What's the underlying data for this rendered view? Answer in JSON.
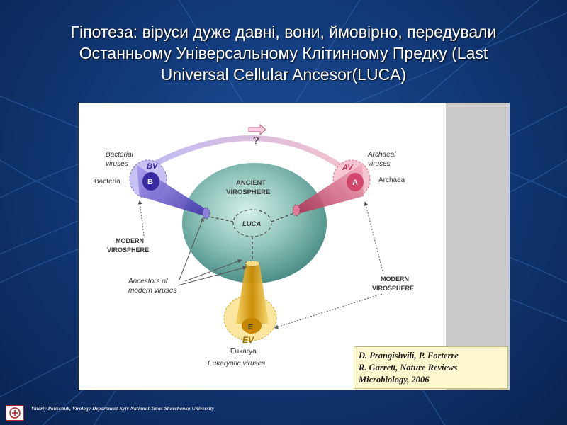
{
  "slide": {
    "title_lines": [
      "Гіпотеза: віруси дуже давні, вони, ймовірно, передували",
      "Останньому Універсальному Клітинному Предку (Last",
      "Universal Cellular Ancesor(LUCA)"
    ],
    "footer": "Valeriy Polischuk,  Virology Department  Kyiv National Taras Shevchenko University"
  },
  "diagram": {
    "question_mark": "?",
    "bacterial_viruses": [
      "Bacterial",
      "viruses"
    ],
    "bacteria": "Bacteria",
    "bv": "BV",
    "b": "B",
    "archaeal_viruses": [
      "Archaeal",
      "viruses"
    ],
    "archaea": "Archaea",
    "av": "AV",
    "a": "A",
    "ancient_virosphere": [
      "ANCIENT",
      "VIROSPHERE"
    ],
    "luca": "LUCA",
    "modern_virosphere_left": [
      "MODERN",
      "VIROSPHERE"
    ],
    "modern_virosphere_right": [
      "MODERN",
      "VIROSPHERE"
    ],
    "ancestors": [
      "Ancestors of",
      "modern viruses"
    ],
    "e": "E",
    "ev": "EV",
    "eukarya": "Eukarya",
    "eukaryotic_viruses": "Eukaryotic viruses"
  },
  "citation": {
    "lines": [
      "D. Prangishvili, P. Forterre",
      "R. Garrett, Nature Reviews",
      "Microbiology, 2006"
    ]
  },
  "colors": {
    "bacteria": "#6e5fd6",
    "archaea": "#e0607a",
    "eukarya": "#e8b400",
    "sphere": "#7fb8ae"
  }
}
